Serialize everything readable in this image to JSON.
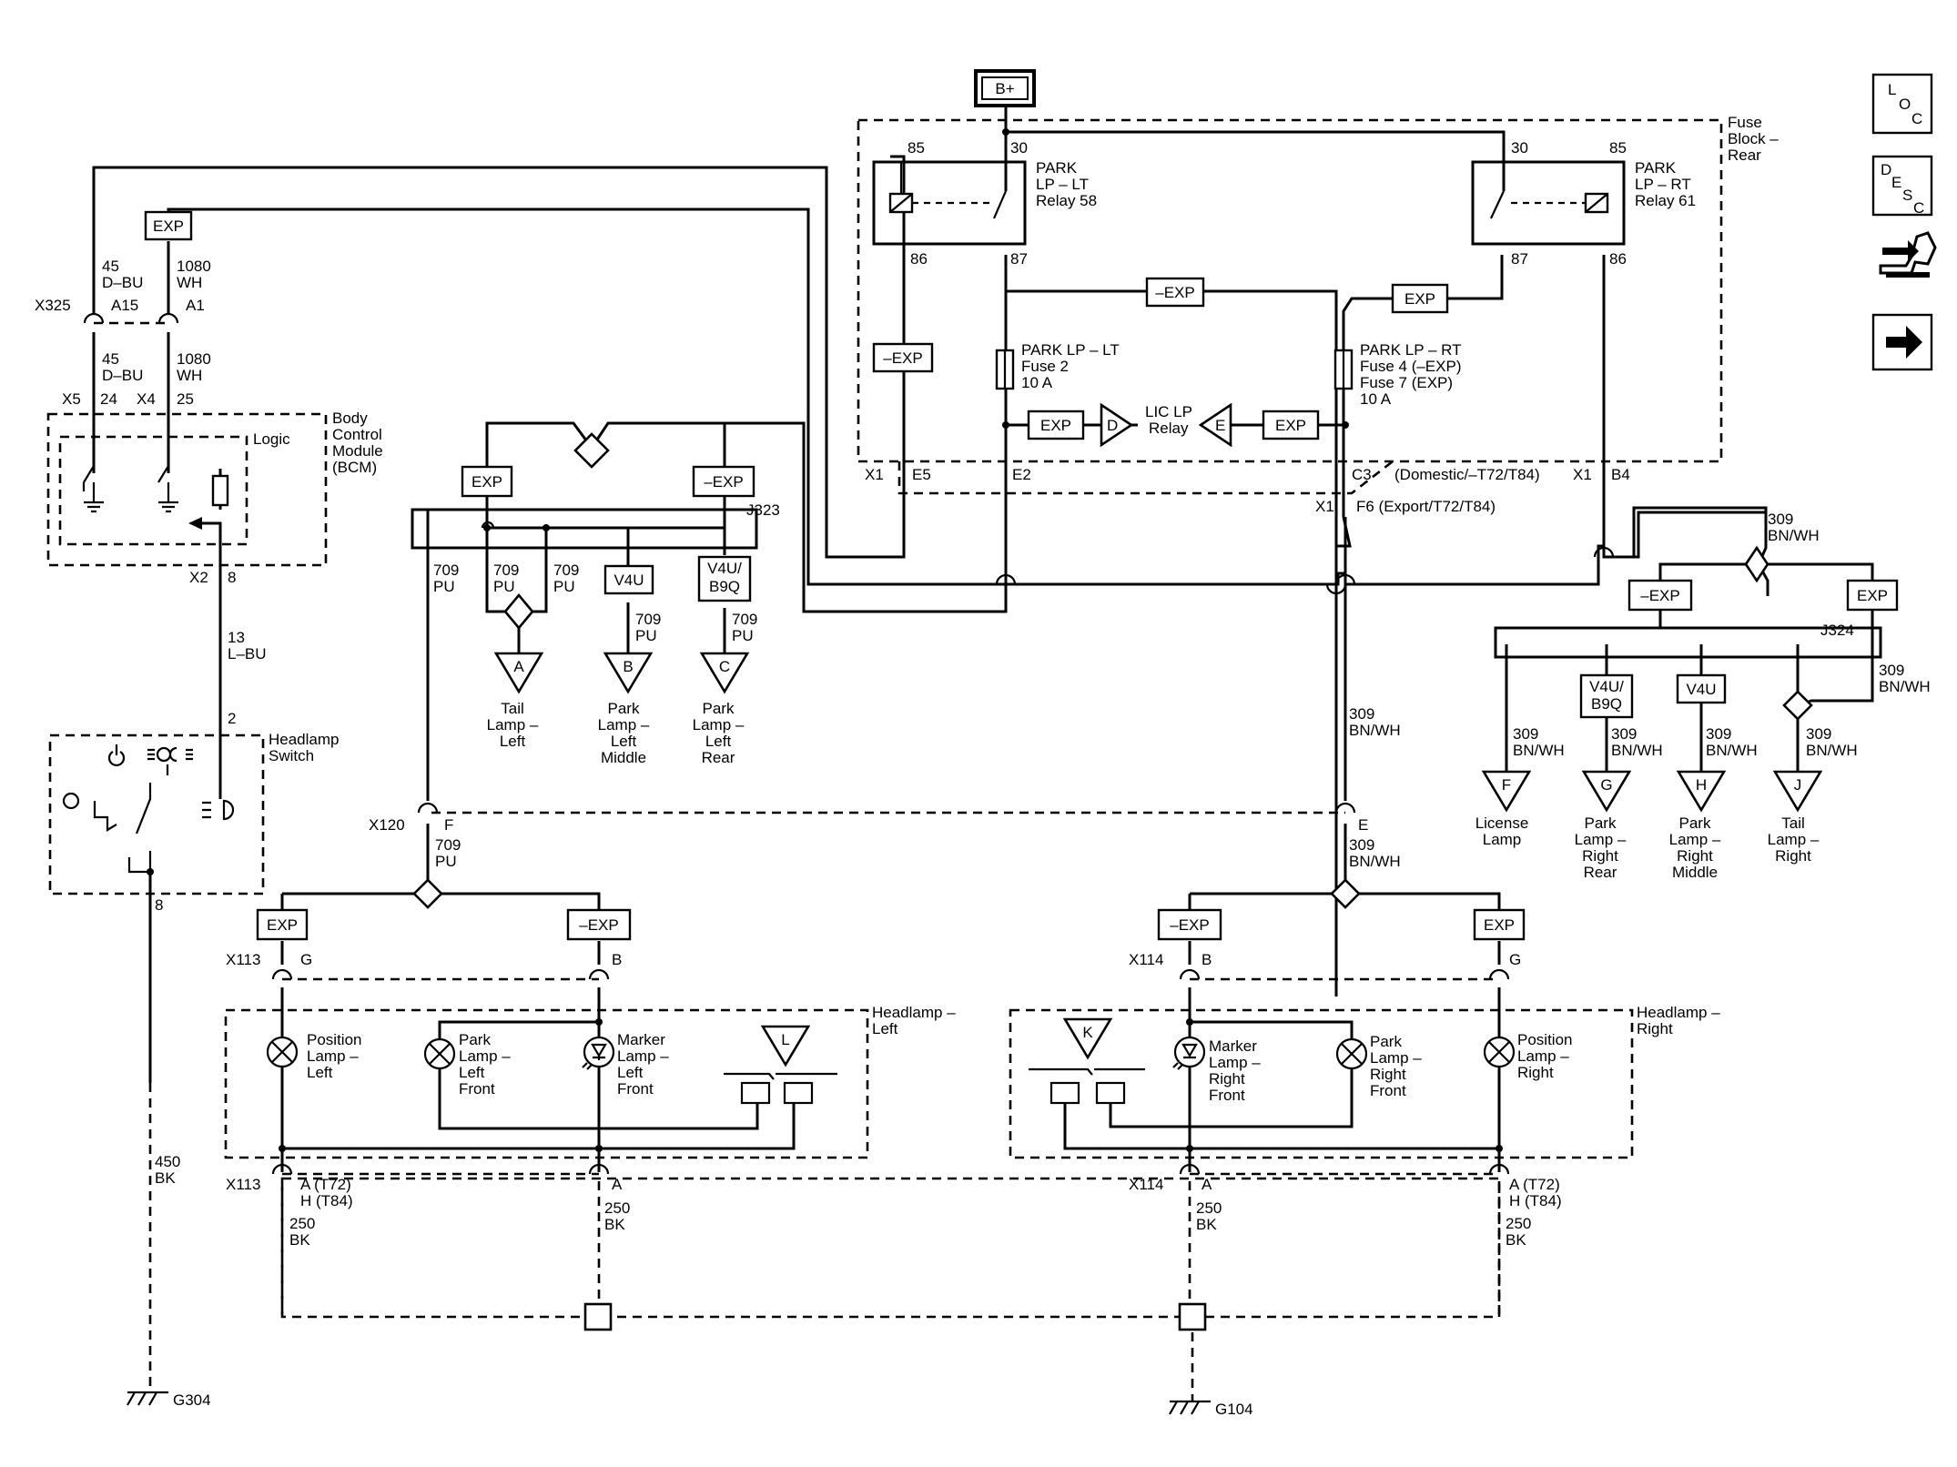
{
  "power": {
    "bplus": "B+"
  },
  "badges": {
    "exp": "EXP",
    "nexp": "–EXP",
    "v4u": "V4U",
    "v4ub9q": [
      "V4U/",
      "B9Q"
    ]
  },
  "relays": {
    "left": {
      "name": [
        "PARK",
        "LP – LT",
        "Relay 58"
      ],
      "pins": [
        "85",
        "30",
        "86",
        "87"
      ]
    },
    "right": {
      "name": [
        "PARK",
        "LP – RT",
        "Relay 61"
      ],
      "pins": [
        "30",
        "85",
        "87",
        "86"
      ]
    }
  },
  "fuse_block": {
    "label": [
      "Fuse",
      "Block –",
      "Rear"
    ]
  },
  "fuses": {
    "left": [
      "PARK LP – LT",
      "Fuse 2",
      "10 A"
    ],
    "right": [
      "PARK LP – RT",
      "Fuse 4 (–EXP)",
      "Fuse 7 (EXP)",
      "10 A"
    ]
  },
  "lic_relay": {
    "label": [
      "LIC LP",
      "Relay"
    ],
    "d": "D",
    "e": "E"
  },
  "connectors": {
    "x1_row": {
      "x1a": "X1",
      "e5": "E5",
      "e2": "E2",
      "c3": "C3",
      "domestic": "(Domestic/–T72/T84)",
      "x1b": "X1",
      "b4": "B4",
      "x1c": "X1",
      "f6": "F6 (Export/T72/T84)"
    },
    "x325": {
      "name": "X325",
      "a15": "A15",
      "a1": "A1"
    },
    "x5": "X5",
    "x5pin": "24",
    "x4": "X4",
    "x4pin": "25",
    "x2": "X2",
    "x2pin": "8",
    "j323": "J323",
    "j324": "J324",
    "x120": "X120",
    "x120f": "F",
    "x120e": "E",
    "x113": "X113",
    "x113g": "G",
    "x113b": "B",
    "x113ga": [
      "A (T72)",
      "H (T84)"
    ],
    "x113a": "A",
    "x114": "X114",
    "x114b": "B",
    "x114g": "G",
    "x114a": "A",
    "x114ga": [
      "A (T72)",
      "H (T84)"
    ]
  },
  "wires": {
    "w45": [
      "45",
      "D–BU"
    ],
    "w1080": [
      "1080",
      "WH"
    ],
    "w13": [
      "13",
      "L–BU"
    ],
    "w2": "2",
    "w8": "8",
    "w709": [
      "709",
      "PU"
    ],
    "w309": [
      "309",
      "BN/WH"
    ],
    "w250": [
      "250",
      "BK"
    ],
    "w450": [
      "450",
      "BK"
    ]
  },
  "modules": {
    "bcm": [
      "Body",
      "Control",
      "Module",
      "(BCM)"
    ],
    "logic": "Logic",
    "headlamp_switch": [
      "Headlamp",
      "Switch"
    ],
    "headlamp_left": [
      "Headlamp –",
      "Left"
    ],
    "headlamp_right": [
      "Headlamp –",
      "Right"
    ]
  },
  "refs": {
    "A": {
      "letter": "A",
      "label": [
        "Tail",
        "Lamp –",
        "Left"
      ]
    },
    "B": {
      "letter": "B",
      "label": [
        "Park",
        "Lamp –",
        "Left",
        "Middle"
      ]
    },
    "C": {
      "letter": "C",
      "label": [
        "Park",
        "Lamp –",
        "Left",
        "Rear"
      ]
    },
    "F": {
      "letter": "F",
      "label": [
        "License",
        "Lamp"
      ]
    },
    "G": {
      "letter": "G",
      "label": [
        "Park",
        "Lamp –",
        "Right",
        "Rear"
      ]
    },
    "H": {
      "letter": "H",
      "label": [
        "Park",
        "Lamp –",
        "Right",
        "Middle"
      ]
    },
    "J": {
      "letter": "J",
      "label": [
        "Tail",
        "Lamp –",
        "Right"
      ]
    },
    "L": "L",
    "K": "K"
  },
  "lamps": {
    "pos_left": [
      "Position",
      "Lamp –",
      "Left"
    ],
    "park_left": [
      "Park",
      "Lamp –",
      "Left",
      "Front"
    ],
    "marker_left": [
      "Marker",
      "Lamp –",
      "Left",
      "Front"
    ],
    "marker_right": [
      "Marker",
      "Lamp –",
      "Right",
      "Front"
    ],
    "park_right": [
      "Park",
      "Lamp –",
      "Right",
      "Front"
    ],
    "pos_right": [
      "Position",
      "Lamp –",
      "Right"
    ]
  },
  "grounds": {
    "g304": "G304",
    "g104": "G104"
  },
  "nav": {
    "loc": {
      "l": "L",
      "o": "O",
      "c": "C",
      "icon": "loc-icon"
    },
    "desc": {
      "d": "D",
      "e": "E",
      "s": "S",
      "c": "C",
      "icon": "desc-icon"
    },
    "connector_icon": "connector-icon",
    "next_icon": "arrow-right-icon"
  }
}
